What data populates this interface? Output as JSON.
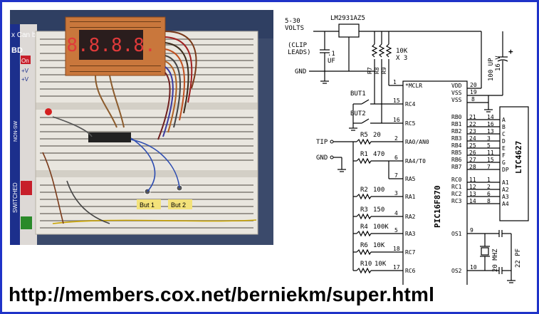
{
  "photo": {
    "display_digits": "8.8.8.8.",
    "button_labels": [
      "But 1",
      "But 2"
    ],
    "board_side_texts": [
      "x Can be any",
      "BD",
      "On",
      "+V",
      "+V",
      "SWITCHED",
      "NON-SW"
    ]
  },
  "schematic": {
    "regulator": "LM2931AZ5",
    "supply_label": "5-30",
    "supply_unit": "VOLTS",
    "clip_label_1": "(CLIP",
    "clip_label_2": "LEADS)",
    "cap1_value": ".1",
    "cap1_unit": "UF",
    "gnd": "GND",
    "resistor_pack_value": "10K",
    "resistor_pack_count": "X 3",
    "pullups": [
      "R7",
      "R8",
      "R9"
    ],
    "cap2_value": "100 UP",
    "cap2_voltage": "16 V",
    "cap2_polarity": "+",
    "but1": "BUT1",
    "but2": "BUT2",
    "tip": "TIP",
    "gnd2": "GND",
    "mcu": "PIC16F870",
    "mcu_left_pins": [
      {
        "num": "1",
        "name": "*MCLR"
      },
      {
        "num": "15",
        "name": "RC4"
      },
      {
        "num": "16",
        "name": "RC5"
      },
      {
        "num": "2",
        "name": "RA0/AN0"
      },
      {
        "num": "6",
        "name": "RA4/T0"
      },
      {
        "num": "7",
        "name": "RA5"
      },
      {
        "num": "3",
        "name": "RA1"
      },
      {
        "num": "4",
        "name": "RA2"
      },
      {
        "num": "5",
        "name": "RA3"
      },
      {
        "num": "18",
        "name": "RC7"
      },
      {
        "num": "17",
        "name": "RC6"
      }
    ],
    "mcu_power_pins": [
      {
        "num": "20",
        "name": "VDD"
      },
      {
        "num": "19",
        "name": "VSS"
      },
      {
        "num": "8",
        "name": "VSS"
      }
    ],
    "mcu_right_pins": [
      {
        "name": "RB0",
        "mcu": "21",
        "disp": "14",
        "seg": "A"
      },
      {
        "name": "RB1",
        "mcu": "22",
        "disp": "16",
        "seg": "B"
      },
      {
        "name": "RB2",
        "mcu": "23",
        "disp": "13",
        "seg": "C"
      },
      {
        "name": "RB3",
        "mcu": "24",
        "disp": "3",
        "seg": "D"
      },
      {
        "name": "RB4",
        "mcu": "25",
        "disp": "5",
        "seg": "E"
      },
      {
        "name": "RB5",
        "mcu": "26",
        "disp": "11",
        "seg": "F"
      },
      {
        "name": "RB6",
        "mcu": "27",
        "disp": "15",
        "seg": "G"
      },
      {
        "name": "RB7",
        "mcu": "28",
        "disp": "7",
        "seg": "DP"
      }
    ],
    "mcu_digit_pins": [
      {
        "name": "RC0",
        "mcu": "11",
        "disp": "1",
        "seg": "A1"
      },
      {
        "name": "RC1",
        "mcu": "12",
        "disp": "2",
        "seg": "A2"
      },
      {
        "name": "RC2",
        "mcu": "13",
        "disp": "6",
        "seg": "A3"
      },
      {
        "name": "RC3",
        "mcu": "14",
        "disp": "8",
        "seg": "A4"
      }
    ],
    "osc_pins": [
      {
        "num": "9",
        "name": "OS1"
      },
      {
        "num": "10",
        "name": "OS2"
      }
    ],
    "crystal": "20 MHZ",
    "osc_caps": "22 PF",
    "display": "LTC4627",
    "resistors": [
      {
        "name": "R5",
        "value": "20"
      },
      {
        "name": "R1",
        "value": "470"
      },
      {
        "name": "R2",
        "value": "100"
      },
      {
        "name": "R3",
        "value": "150"
      },
      {
        "name": "R4",
        "value": "100K"
      },
      {
        "name": "R6",
        "value": "10K"
      },
      {
        "name": "R10",
        "value": "10K"
      }
    ]
  },
  "url": "http://members.cox.net/berniekm/super.html"
}
